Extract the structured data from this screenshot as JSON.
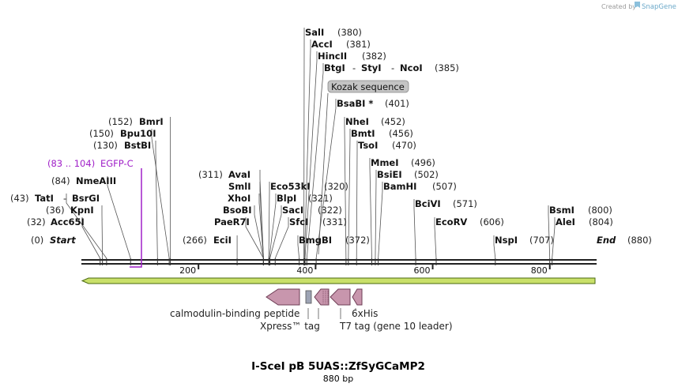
{
  "credit": {
    "prefix": "Created by",
    "brand": "SnapGene"
  },
  "map": {
    "length": 880,
    "ticks": [
      200,
      400,
      600,
      800
    ],
    "start_label": "Start",
    "start_pos": "(0)",
    "end_label": "End",
    "end_pos": "(880)"
  },
  "sites": [
    {
      "id": "acc65i",
      "name": "Acc65I",
      "pos": "(32)",
      "side": "left"
    },
    {
      "id": "kpni",
      "name": "KpnI",
      "pos": "(36)",
      "side": "left"
    },
    {
      "id": "tati",
      "name": "TatI",
      "pos": "(43)",
      "side": "left",
      "extra": [
        "BsrGI"
      ]
    },
    {
      "id": "nmeaiii",
      "name": "NmeAIII",
      "pos": "(84)",
      "side": "left"
    },
    {
      "id": "bstbi",
      "name": "BstBI",
      "pos": "(130)",
      "side": "left"
    },
    {
      "id": "bpu10i",
      "name": "Bpu10I",
      "pos": "(150)",
      "side": "left"
    },
    {
      "id": "bmri",
      "name": "BmrI",
      "pos": "(152)",
      "side": "left"
    },
    {
      "id": "ecii",
      "name": "EciI",
      "pos": "(266)",
      "side": "left"
    },
    {
      "id": "paer7i",
      "name": "PaeR7I",
      "pos": "",
      "side": "left"
    },
    {
      "id": "bsobi",
      "name": "BsoBI",
      "pos": "",
      "side": "left"
    },
    {
      "id": "xhoi",
      "name": "XhoI",
      "pos": "",
      "side": "left"
    },
    {
      "id": "smli",
      "name": "SmlI",
      "pos": "",
      "side": "left"
    },
    {
      "id": "aval",
      "name": "AvaI",
      "pos": "(311)",
      "side": "left"
    },
    {
      "id": "eco53ki",
      "name": "Eco53kI",
      "pos": "(320)",
      "side": "right"
    },
    {
      "id": "blpi",
      "name": "BlpI",
      "pos": "(321)",
      "side": "right"
    },
    {
      "id": "saci",
      "name": "SacI",
      "pos": "(322)",
      "side": "right"
    },
    {
      "id": "sfci",
      "name": "SfcI",
      "pos": "(331)",
      "side": "right"
    },
    {
      "id": "bmgbi",
      "name": "BmgBI",
      "pos": "(372)",
      "side": "right"
    },
    {
      "id": "sali",
      "name": "SalI",
      "pos": "(380)",
      "side": "right"
    },
    {
      "id": "acci",
      "name": "AccI",
      "pos": "(381)",
      "side": "right"
    },
    {
      "id": "hincii",
      "name": "HincII",
      "pos": "(382)",
      "side": "right"
    },
    {
      "id": "btgi",
      "name": "BtgI",
      "pos": "(385)",
      "side": "right",
      "extra": [
        "StyI",
        "NcoI"
      ]
    },
    {
      "id": "bsabi",
      "name": "BsaBI *",
      "pos": "(401)",
      "side": "right"
    },
    {
      "id": "nhei",
      "name": "NheI",
      "pos": "(452)",
      "side": "right"
    },
    {
      "id": "bmti",
      "name": "BmtI",
      "pos": "(456)",
      "side": "right"
    },
    {
      "id": "tsoi",
      "name": "TsoI",
      "pos": "(470)",
      "side": "right"
    },
    {
      "id": "mmei",
      "name": "MmeI",
      "pos": "(496)",
      "side": "right"
    },
    {
      "id": "bsiei",
      "name": "BsiEI",
      "pos": "(502)",
      "side": "right"
    },
    {
      "id": "bamhi",
      "name": "BamHI",
      "pos": "(507)",
      "side": "right"
    },
    {
      "id": "bcivi",
      "name": "BciVI",
      "pos": "(571)",
      "side": "right"
    },
    {
      "id": "ecorv",
      "name": "EcoRV",
      "pos": "(606)",
      "side": "right"
    },
    {
      "id": "nspi",
      "name": "NspI",
      "pos": "(707)",
      "side": "right"
    },
    {
      "id": "bsmi",
      "name": "BsmI",
      "pos": "(800)",
      "side": "right"
    },
    {
      "id": "alei",
      "name": "AleI",
      "pos": "(804)",
      "side": "right"
    }
  ],
  "separator": "-",
  "features": {
    "egfp": {
      "range": "(83 .. 104)",
      "name": "EGFP-C",
      "color": "#a020c8"
    },
    "kozak": {
      "name": "Kozak sequence"
    },
    "calmodulin": {
      "name": "calmodulin-binding peptide"
    },
    "xpress": {
      "name": "Xpress™ tag"
    },
    "sixhis": {
      "name": "6xHis"
    },
    "t7": {
      "name": "T7 tag (gene 10 leader)"
    }
  },
  "colors": {
    "feature_fill": "#c896ad",
    "feature_stroke": "#6e3d55",
    "orf_arrow": "#c9e06a",
    "orf_stroke": "#4a6a10",
    "egfp": "#a020c8"
  },
  "footer": {
    "title": "I-SceI pB 5UAS::ZfSyGCaMP2",
    "size": "880 bp"
  }
}
